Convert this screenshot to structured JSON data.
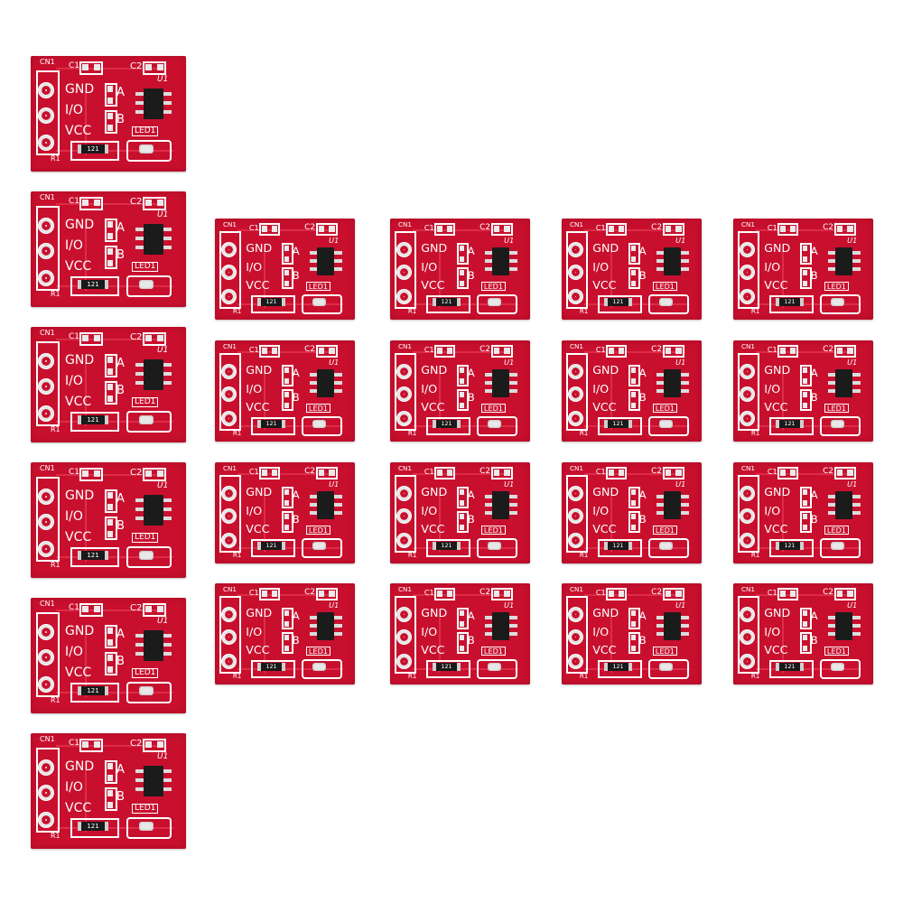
{
  "board": {
    "connector": "CN1",
    "cap1": "C1",
    "cap2": "C2",
    "ic": "U1",
    "pin_gnd": "GND",
    "pin_io": "I/O",
    "pin_vcc": "VCC",
    "jumper_a": "A",
    "jumper_b": "B",
    "led": "LED1",
    "resistor": "R1",
    "resistor_code": "121"
  },
  "colors": {
    "pcb": "#c8102e",
    "silkscreen": "#ffffff",
    "ic": "#1b1b1b",
    "pad": "#e6e6e6"
  },
  "board_count": 22
}
